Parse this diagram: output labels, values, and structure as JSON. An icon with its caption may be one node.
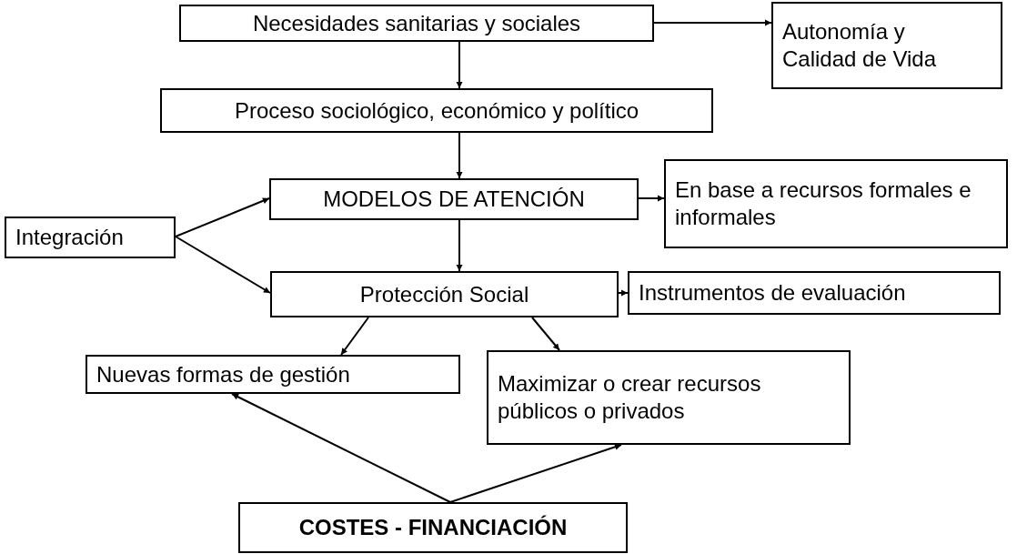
{
  "diagram": {
    "nodes": [
      {
        "text": [
          "Necesidades sanitarias y sociales"
        ]
      },
      {
        "text": [
          "Autonomía y Calidad de Vida"
        ]
      },
      {
        "text": [
          "Proceso sociológico, económico y político"
        ]
      },
      {
        "text": [
          "MODELOS DE ATENCIÓN"
        ]
      },
      {
        "text": [
          "En base a recursos formales e informales"
        ]
      },
      {
        "text": [
          "Integración"
        ]
      },
      {
        "text": [
          "Protección Social"
        ]
      },
      {
        "text": [
          "Instrumentos de evaluación"
        ]
      },
      {
        "text": [
          "Nuevas formas de gestión"
        ]
      },
      {
        "text": [
          "Maximizar o crear recursos públicos o privados"
        ]
      },
      {
        "text": [
          "COSTES - FINANCIACIÓN"
        ]
      }
    ],
    "edges": [
      {
        "from": 0,
        "to": 1,
        "arrow": "to"
      },
      {
        "from": 0,
        "to": 2,
        "arrow": "to"
      },
      {
        "from": 2,
        "to": 3,
        "arrow": "to"
      },
      {
        "from": 3,
        "to": 4,
        "arrow": "to"
      },
      {
        "from": 3,
        "to": 6,
        "arrow": "to"
      },
      {
        "from": 5,
        "to": 3,
        "arrow": "to"
      },
      {
        "from": 5,
        "to": 6,
        "arrow": "to"
      },
      {
        "from": 6,
        "to": 7,
        "arrow": "to"
      },
      {
        "from": 6,
        "to": 8,
        "arrow": "to"
      },
      {
        "from": 6,
        "to": 9,
        "arrow": "to"
      },
      {
        "from": 10,
        "to": 8,
        "arrow": "to"
      },
      {
        "from": 10,
        "to": 9,
        "arrow": "to"
      }
    ]
  }
}
